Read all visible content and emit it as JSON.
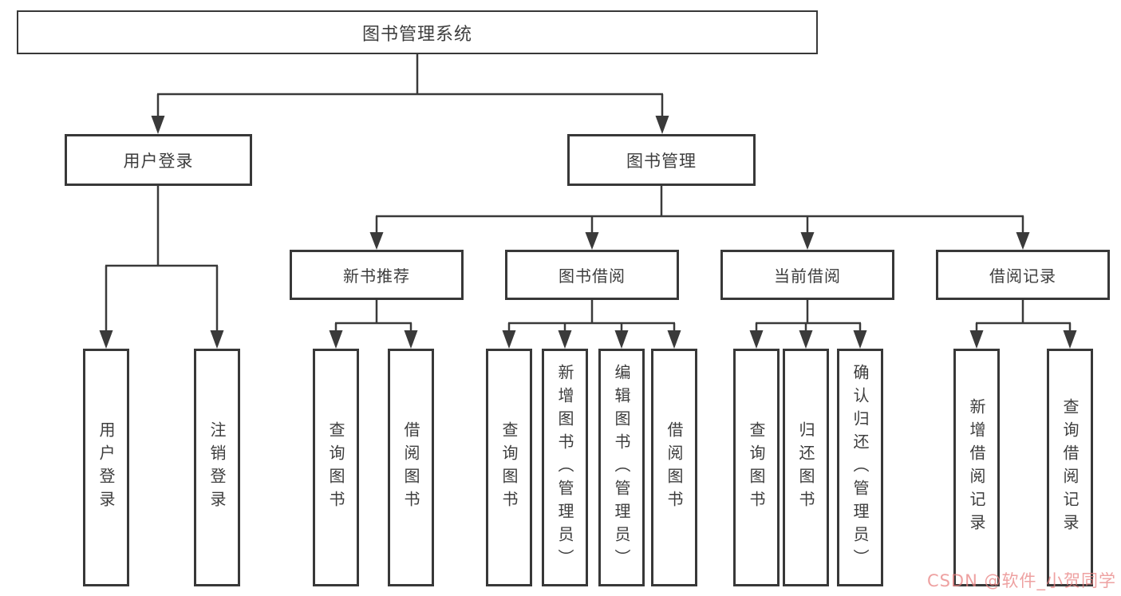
{
  "nodes": {
    "root": {
      "label": "图书管理系统"
    },
    "level2": [
      {
        "label": "用户登录"
      },
      {
        "label": "图书管理"
      }
    ],
    "level3": [
      {
        "label": "新书推荐"
      },
      {
        "label": "图书借阅"
      },
      {
        "label": "当前借阅"
      },
      {
        "label": "借阅记录"
      }
    ],
    "leaves": [
      {
        "label": "用户登录"
      },
      {
        "label": "注销登录"
      },
      {
        "label": "查询图书"
      },
      {
        "label": "借阅图书"
      },
      {
        "label": "查询图书"
      },
      {
        "label": "新增图书（管理员）"
      },
      {
        "label": "编辑图书（管理员）"
      },
      {
        "label": "借阅图书"
      },
      {
        "label": "查询图书"
      },
      {
        "label": "归还图书"
      },
      {
        "label": "确认归还（管理员）"
      },
      {
        "label": "新增借阅记录"
      },
      {
        "label": "查询借阅记录"
      }
    ]
  },
  "watermark": {
    "text": "CSDN @软件_小贺同学"
  },
  "colors": {
    "line": "#3a3a3a",
    "box_border": "#383838",
    "text": "#3d3d3d",
    "watermark": "#e88282",
    "background": "#ffffff"
  }
}
